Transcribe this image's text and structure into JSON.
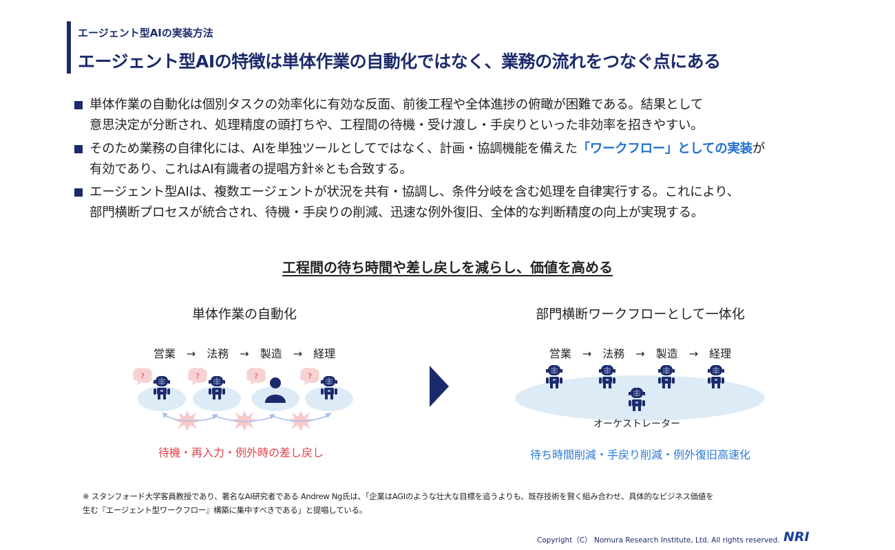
{
  "header": {
    "subtitle": "エージェント型AIの実装方法",
    "title": "エージェント型AIの特徴は単体作業の自動化ではなく、業務の流れをつなぐ点にある"
  },
  "bullets": [
    {
      "line1": "単体作業の自動化は個別タスクの効率化に有効な反面、前後工程や全体進捗の俯瞰が困難である。結果として",
      "line2": "意思決定が分断され、処理精度の頭打ちや、工程間の待機・受け渡し・手戻りといった非効率を招きやすい。"
    },
    {
      "line1a": "そのため業務の自律化には、AIを単独ツールとしてではなく、計画・協調機能を備えた",
      "highlight": "「ワークフロー」としての実装",
      "line1b": "が",
      "line2": "有効であり、これはAI有識者の提唱方針※とも合致する。"
    },
    {
      "line1": "エージェント型AIは、複数エージェントが状況を共有・協調し、条件分岐を含む処理を自律実行する。これにより、",
      "line2": "部門横断プロセスが統合され、待機・手戻りの削減、迅速な例外復旧、全体的な判断精度の向上が実現する。"
    }
  ],
  "diagram": {
    "heading": "工程間の待ち時間や差し戻しを減らし、価値を高める",
    "left": {
      "title": "単体作業の自動化",
      "process": "営業　→　法務　→　製造　→　経理",
      "question": "?",
      "caption": "待機・再入力・例外時の差し戻し"
    },
    "right": {
      "title": "部門横断ワークフローとして一体化",
      "process": "営業　→　法務　→　製造　→　経理",
      "orchestrator": "オーケストレーター",
      "caption": "待ち時間削減・手戻り削減・例外復旧高速化"
    }
  },
  "footnote": {
    "line1": "※ スタンフォード大学客員教授であり、著名なAI研究者である Andrew Ng氏は、「企業はAGIのような壮大な目標を追うよりも、既存技術を賢く組み合わせ、具体的なビジネス価値を",
    "line2": "生む『エージェント型ワークフロー』構築に集中すべきである」と提唱している。"
  },
  "footer": {
    "copyright": "Copyright（C） Nomura Research Institute, Ltd. All rights reserved.",
    "logo": "NRI"
  },
  "colors": {
    "navy": "#1b2a6b",
    "accent_blue": "#1f6fd1",
    "red": "#e0434b",
    "ellipse": "#dcebf6"
  }
}
